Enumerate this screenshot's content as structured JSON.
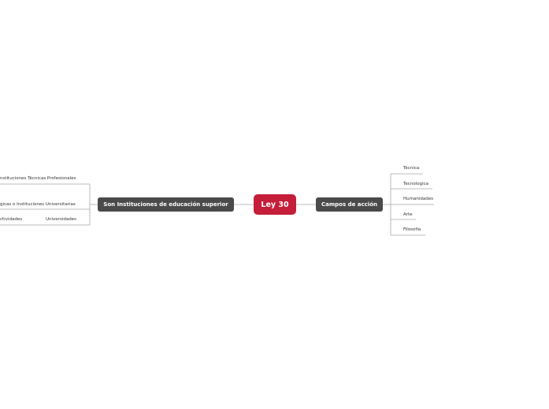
{
  "central": {
    "label": "Ley 30",
    "color": "#c41e3a"
  },
  "left_branch": {
    "label": "Son Instituciones de educación superior",
    "color": "#4a4a4a",
    "children": [
      "nstituciones Técnicas Profesionales",
      "gicas o Instituciones Universitarias",
      "ctividades",
      "Universidades"
    ]
  },
  "right_branch": {
    "label": "Campos de acción",
    "color": "#4a4a4a",
    "children": [
      "Técnica",
      "Tecnologica",
      "Humanidades",
      "Arte",
      "Filosofía"
    ]
  },
  "connector_color": "#a8a8a8"
}
